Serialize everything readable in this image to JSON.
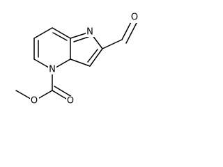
{
  "molecule": {
    "atoms": {
      "n_imidazole": "N",
      "n_bridgehead": "N",
      "o_aldehyde": "O",
      "o_carbonyl": "O",
      "o_ester": "O"
    }
  }
}
